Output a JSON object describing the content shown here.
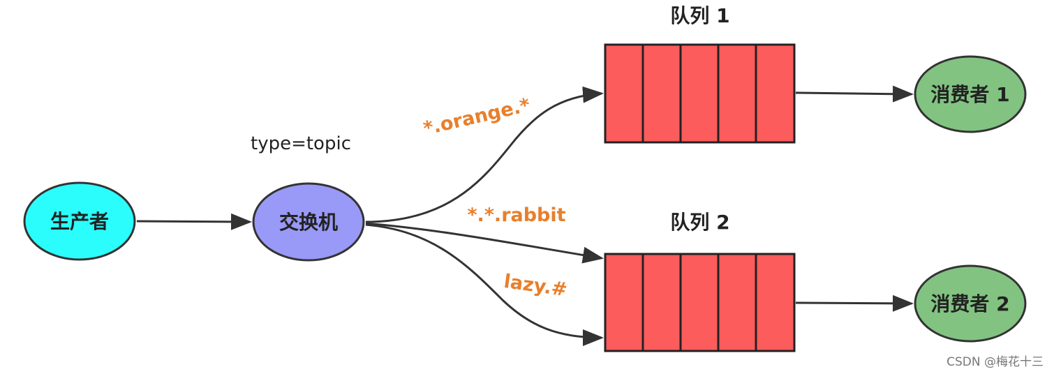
{
  "diagram": {
    "exchange_type": "type=topic",
    "nodes": {
      "producer": {
        "label": "生产者",
        "color": "#2bfcfc"
      },
      "exchange": {
        "label": "交换机",
        "color": "#9999f7"
      },
      "consumer1": {
        "label": "消费者 1",
        "color": "#82c382"
      },
      "consumer2": {
        "label": "消费者 2",
        "color": "#82c382"
      }
    },
    "queues": [
      {
        "title": "队列 1",
        "cell_count": 5,
        "color": "#fc5c5c"
      },
      {
        "title": "队列 2",
        "cell_count": 5,
        "color": "#fc5c5c"
      }
    ],
    "routing_keys": {
      "orange": "*.orange.*",
      "rabbit": "*.*.rabbit",
      "lazy": "lazy.#"
    },
    "routing_color": "#e87f2c",
    "edge_color": "#333333"
  },
  "watermark": "CSDN @梅花十三"
}
